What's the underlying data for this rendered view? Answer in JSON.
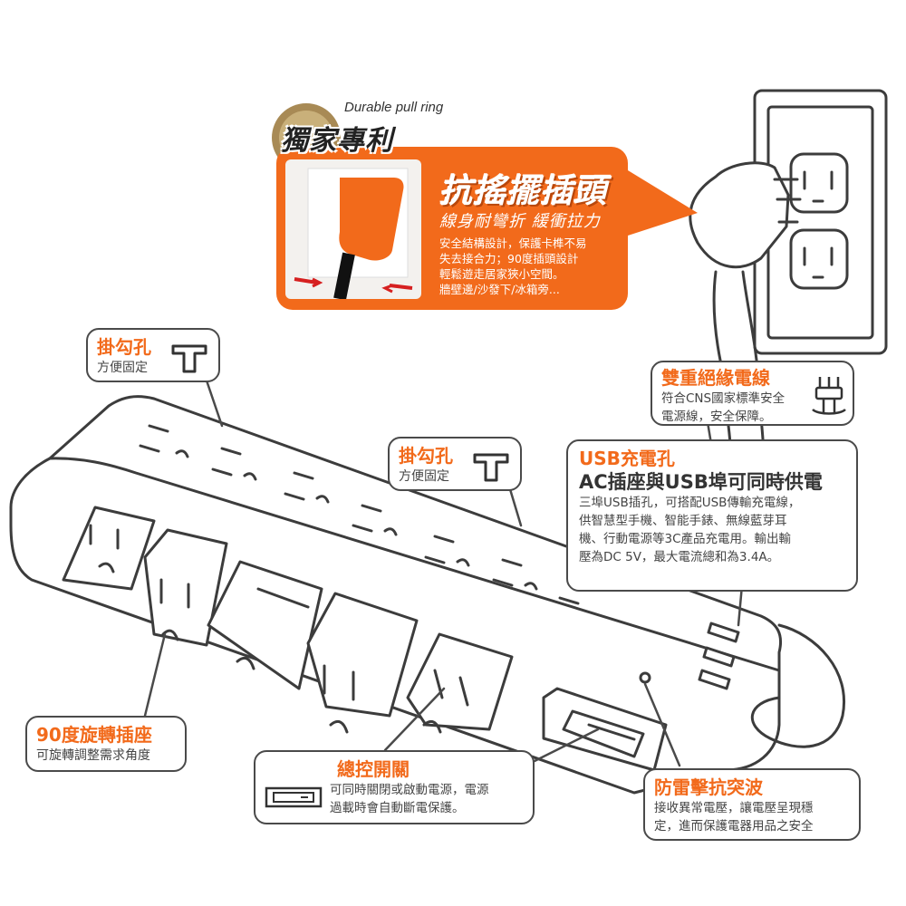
{
  "promo": {
    "badge_en": "Durable pull ring",
    "badge_cn": "獨家專利",
    "title": "抗搖擺插頭",
    "subtitle": "線身耐彎折 緩衝拉力",
    "desc_lines": [
      "安全結構設計，保護卡榫不易",
      "失去接合力；90度插頭設計",
      "輕鬆遊走居家狹小空間。",
      "牆壁邊/沙發下/冰箱旁..."
    ]
  },
  "callouts": {
    "hook1": {
      "title": "掛勾孔",
      "text": "方便固定"
    },
    "hook2": {
      "title": "掛勾孔",
      "text": "方便固定"
    },
    "cable": {
      "title": "雙重絕緣電線",
      "lines": [
        "符合CNS國家標準安全",
        "電源線，安全保障。"
      ]
    },
    "usb": {
      "title": "USB充電孔",
      "headline": "AC插座與USB埠可同時供電",
      "lines": [
        "三埠USB插孔，可搭配USB傳輸充電線，",
        "供智慧型手機、智能手錶、無線藍芽耳",
        "機、行動電源等3C產品充電用。輸出輸",
        "壓為DC 5V，最大電流總和為3.4A。"
      ]
    },
    "rotate": {
      "title": "90度旋轉插座",
      "text": "可旋轉調整需求角度"
    },
    "switch": {
      "title": "總控開關",
      "lines": [
        "可同時關閉或啟動電源，電源",
        "過載時會自動斷電保護。"
      ]
    },
    "surge": {
      "title": "防雷擊抗突波",
      "lines": [
        "接收異常電壓，讓電壓呈現穩",
        "定，進而保護電器用品之安全"
      ]
    }
  },
  "colors": {
    "accent": "#f26a1b",
    "line": "#4a4a4a"
  }
}
